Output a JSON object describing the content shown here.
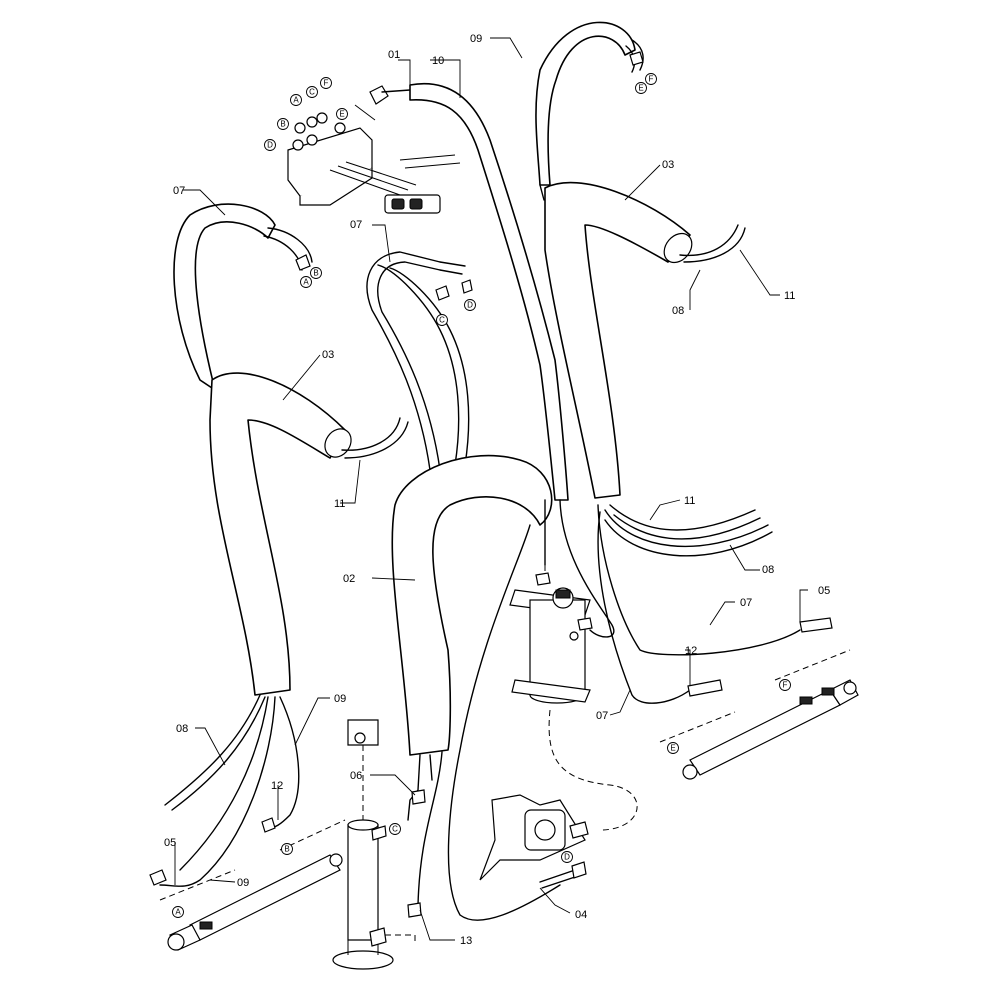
{
  "callouts": {
    "c01": "01",
    "c02": "02",
    "c03a": "03",
    "c03b": "03",
    "c04": "04",
    "c05a": "05",
    "c05b": "05",
    "c06": "06",
    "c07a": "07",
    "c07b": "07",
    "c07c": "07",
    "c07d": "07",
    "c08a": "08",
    "c08b": "08",
    "c08c": "08",
    "c09a": "09",
    "c09b": "09",
    "c09c": "09",
    "c10": "10",
    "c11a": "11",
    "c11b": "11",
    "c11c": "11",
    "c12a": "12",
    "c12b": "12",
    "c13": "13"
  },
  "ports": {
    "valve_a": "A",
    "valve_b": "B",
    "valve_c": "C",
    "valve_d": "D",
    "valve_e": "E",
    "valve_f": "F",
    "left_top_a": "A",
    "left_top_b": "B",
    "mid_top_c": "C",
    "mid_top_d": "D",
    "right_top_e": "E",
    "right_top_f": "F",
    "left_cyl_a": "A",
    "left_cyl_b": "B",
    "column_c": "C",
    "pump_d": "D",
    "right_cyl_e": "E",
    "right_cyl_f": "F"
  }
}
